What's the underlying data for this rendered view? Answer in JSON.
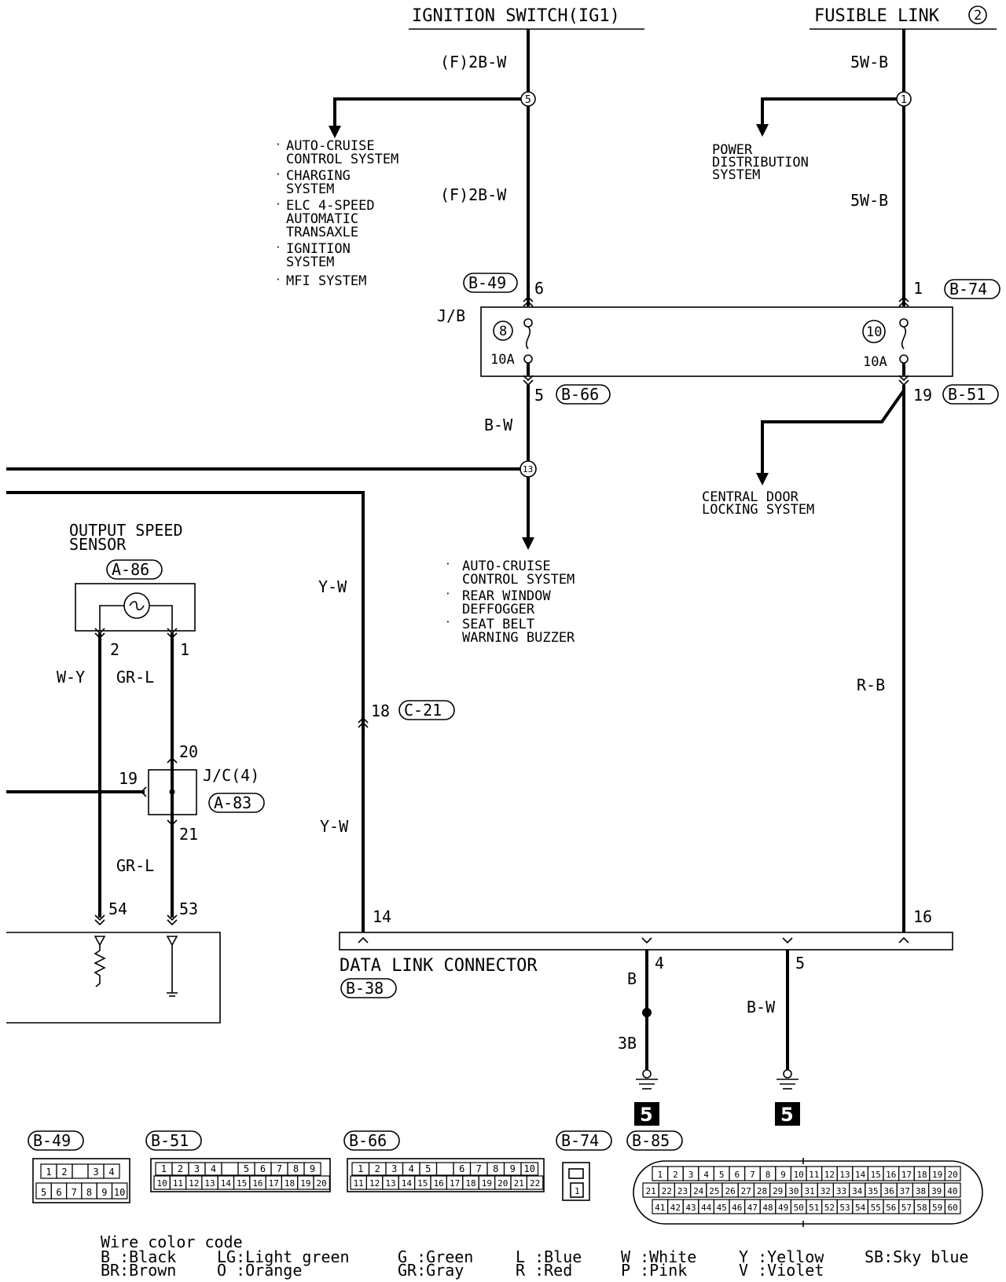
{
  "title": "",
  "sources": {
    "ignition_switch": "IGNITION SWITCH(IG1)",
    "fusible_link": "FUSIBLE LINK",
    "fusible_link_num": "2"
  },
  "wires": {
    "ign_top": "(F)2B-W",
    "ign_mid": "(F)2B-W",
    "fl_top": "5W-B",
    "fl_mid": "5W-B",
    "bw_jb": "B-W",
    "yw_upper": "Y-W",
    "yw_lower": "Y-W",
    "wy": "W-Y",
    "grl_upper": "GR-L",
    "grl_lower": "GR-L",
    "rb": "R-B",
    "b4": "B",
    "b3": "3B",
    "bw5": "B-W"
  },
  "junctions": {
    "ign_split": "5",
    "fl_split": "1",
    "bw_split": "13"
  },
  "systems": {
    "ign_branch": [
      "AUTO-CRUISE",
      "CONTROL SYSTEM",
      "CHARGING",
      "SYSTEM",
      "ELC 4-SPEED",
      "AUTOMATIC",
      "TRANSAXLE",
      "IGNITION",
      "SYSTEM",
      "MFI SYSTEM"
    ],
    "power_dist": [
      "POWER",
      "DISTRIBUTION",
      "SYSTEM"
    ],
    "central_door": [
      "CENTRAL DOOR",
      "LOCKING SYSTEM"
    ],
    "bw_branch": [
      "AUTO-CRUISE",
      "CONTROL SYSTEM",
      "REAR WINDOW",
      "DEFFOGGER",
      "SEAT BELT",
      "WARNING BUZZER"
    ]
  },
  "jb": {
    "label": "J/B",
    "fuse_left_num": "8",
    "fuse_left_amp": "10A",
    "fuse_right_num": "10",
    "fuse_right_amp": "10A"
  },
  "connectors": {
    "b49_pin": "6",
    "b49": "B-49",
    "b74_pin": "1",
    "b74": "B-74",
    "b66_pin": "5",
    "b66": "B-66",
    "b51_pin": "19",
    "b51": "B-51",
    "c21_pin": "18",
    "c21": "C-21",
    "a86": "A-86",
    "a83": "A-83",
    "b38": "B-38",
    "b85": "B-85"
  },
  "sensor": {
    "name_line1": "OUTPUT SPEED",
    "name_line2": "SENSOR",
    "pin2": "2",
    "pin1": "1"
  },
  "jc": {
    "label": "J/C(4)",
    "pin20": "20",
    "pin19": "19",
    "pin21": "21"
  },
  "ecu_pins": {
    "p54": "54",
    "p53": "53"
  },
  "dlc": {
    "name": "DATA LINK CONNECTOR",
    "pin14": "14",
    "pin16": "16",
    "pin4": "4",
    "pin5": "5"
  },
  "ground_num": "5",
  "connector_faces": {
    "b49_top": [
      "1",
      "2",
      "",
      "3",
      "4"
    ],
    "b49_bottom": [
      "5",
      "6",
      "7",
      "8",
      "9",
      "10"
    ],
    "b51_top": [
      "1",
      "2",
      "3",
      "4",
      "",
      "5",
      "6",
      "7",
      "8",
      "9"
    ],
    "b51_bottom": [
      "10",
      "11",
      "12",
      "13",
      "14",
      "15",
      "16",
      "17",
      "18",
      "19",
      "20"
    ],
    "b66_top": [
      "1",
      "2",
      "3",
      "4",
      "5",
      "",
      "6",
      "7",
      "8",
      "9",
      "10"
    ],
    "b66_bottom": [
      "11",
      "12",
      "13",
      "14",
      "15",
      "16",
      "17",
      "18",
      "19",
      "20",
      "21",
      "22"
    ],
    "b74_pin": "1",
    "b85_row1": [
      "1",
      "2",
      "3",
      "4",
      "5",
      "6",
      "7",
      "8",
      "9",
      "10",
      "11",
      "12",
      "13",
      "14",
      "15",
      "16",
      "17",
      "18",
      "19",
      "20"
    ],
    "b85_row2": [
      "21",
      "22",
      "23",
      "24",
      "25",
      "26",
      "27",
      "28",
      "29",
      "30",
      "31",
      "32",
      "33",
      "34",
      "35",
      "36",
      "37",
      "38",
      "39",
      "40"
    ],
    "b85_row3": [
      "41",
      "42",
      "43",
      "44",
      "45",
      "46",
      "47",
      "48",
      "49",
      "50",
      "51",
      "52",
      "53",
      "54",
      "55",
      "56",
      "57",
      "58",
      "59",
      "60"
    ]
  },
  "legend": {
    "title": "Wire color code",
    "entries": [
      "B :Black",
      "BR:Brown",
      "LG:Light green",
      "O :Orange",
      "G :Green",
      "GR:Gray",
      "L :Blue",
      "R :Red",
      "W :White",
      "P :Pink",
      "Y :Yellow",
      "V :Violet",
      "SB:Sky blue"
    ]
  }
}
